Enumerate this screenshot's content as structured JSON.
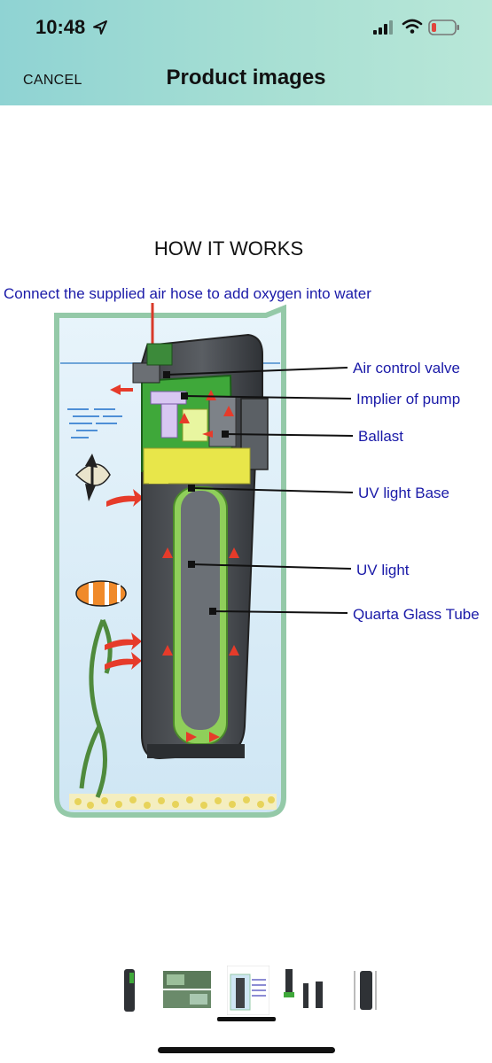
{
  "status": {
    "time": "10:48",
    "battery_color": "#e0463e"
  },
  "nav": {
    "cancel_label": "CANCEL",
    "title": "Product images"
  },
  "image": {
    "title": "HOW IT WORKS",
    "top_caption": "Connect the supplied air hose to add oxygen into water",
    "labels": [
      "Air control valve",
      "Implier of pump",
      "Ballast",
      "UV light Base",
      "UV light",
      "Quarta Glass Tube"
    ],
    "label_color": "#1a1aa8"
  },
  "thumbnails": [
    {
      "name": "filter-side-view"
    },
    {
      "name": "aquarium-photos"
    },
    {
      "name": "how-it-works"
    },
    {
      "name": "parts"
    },
    {
      "name": "dimensions"
    }
  ],
  "selected_thumbnail": 2
}
